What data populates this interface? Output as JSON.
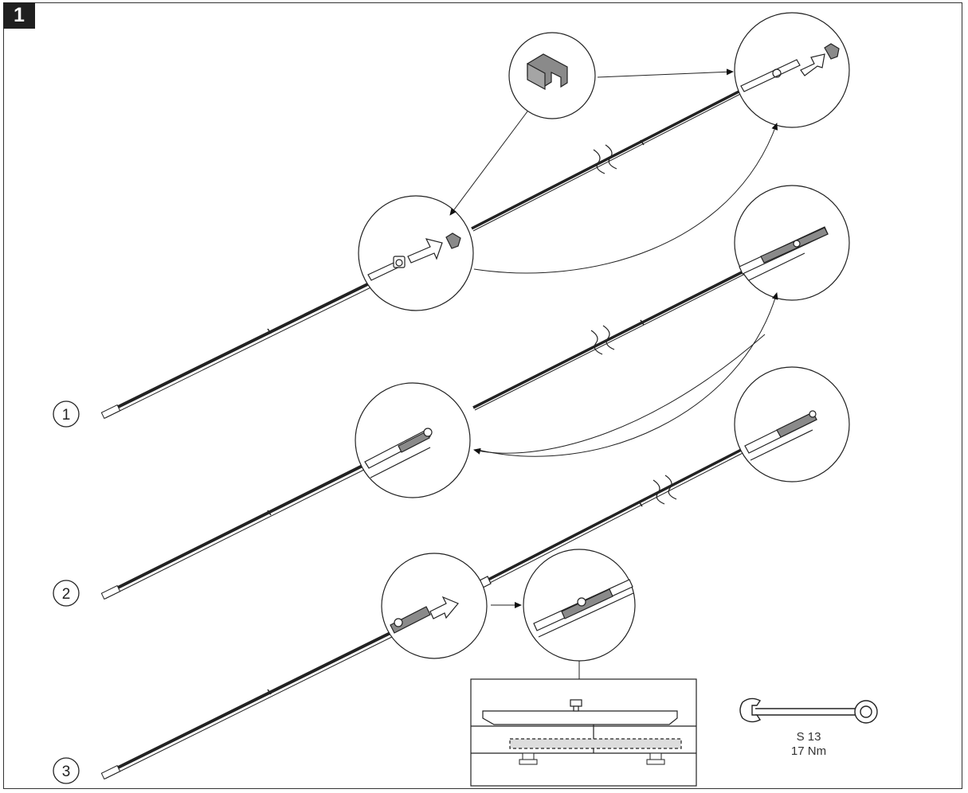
{
  "step_number": "1",
  "callouts": [
    "1",
    "2",
    "3"
  ],
  "tool": {
    "icon": "wrench-icon",
    "size_label": "S 13",
    "torque_label": "17 Nm"
  },
  "colors": {
    "line": "#222222",
    "part_fill": "#8a8a8a",
    "step_bg": "#1f1f1f"
  }
}
